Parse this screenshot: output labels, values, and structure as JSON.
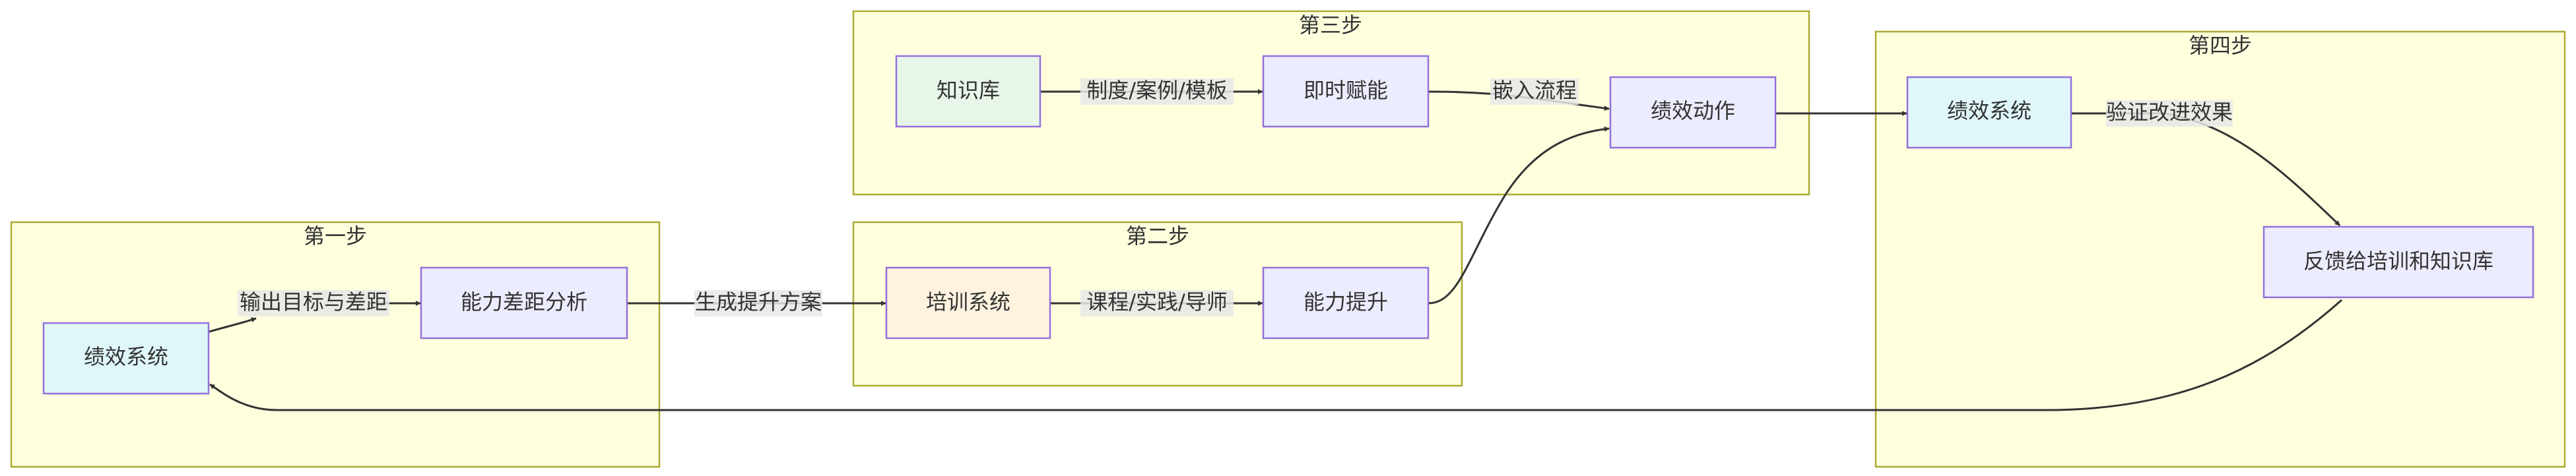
{
  "groups": {
    "step1": {
      "title": "第一步"
    },
    "step2": {
      "title": "第二步"
    },
    "step3": {
      "title": "第三步"
    },
    "step4": {
      "title": "第四步"
    }
  },
  "nodes": {
    "perf1": {
      "label": "绩效系统",
      "fill": "#e0f7fa"
    },
    "gap": {
      "label": "能力差距分析",
      "fill": "#ececff"
    },
    "training": {
      "label": "培训系统",
      "fill": "#fff3e0"
    },
    "improve": {
      "label": "能力提升",
      "fill": "#ececff"
    },
    "kb": {
      "label": "知识库",
      "fill": "#e8f5e9"
    },
    "enable": {
      "label": "即时赋能",
      "fill": "#ececff"
    },
    "action": {
      "label": "绩效动作",
      "fill": "#ececff"
    },
    "perf2": {
      "label": "绩效系统",
      "fill": "#e0f7fa"
    },
    "feedback": {
      "label": "反馈给培训和知识库",
      "fill": "#ececff"
    }
  },
  "edges": {
    "perf1_gap": {
      "label": "输出目标与差距"
    },
    "gap_training": {
      "label": "生成提升方案"
    },
    "training_improve": {
      "label": "课程/实践/导师"
    },
    "kb_enable": {
      "label": "制度/案例/模板"
    },
    "enable_action": {
      "label": "嵌入流程"
    },
    "improve_action": {
      "label": ""
    },
    "action_perf2": {
      "label": ""
    },
    "perf2_feedback": {
      "label": "验证改进效果"
    },
    "feedback_perf1": {
      "label": ""
    }
  }
}
